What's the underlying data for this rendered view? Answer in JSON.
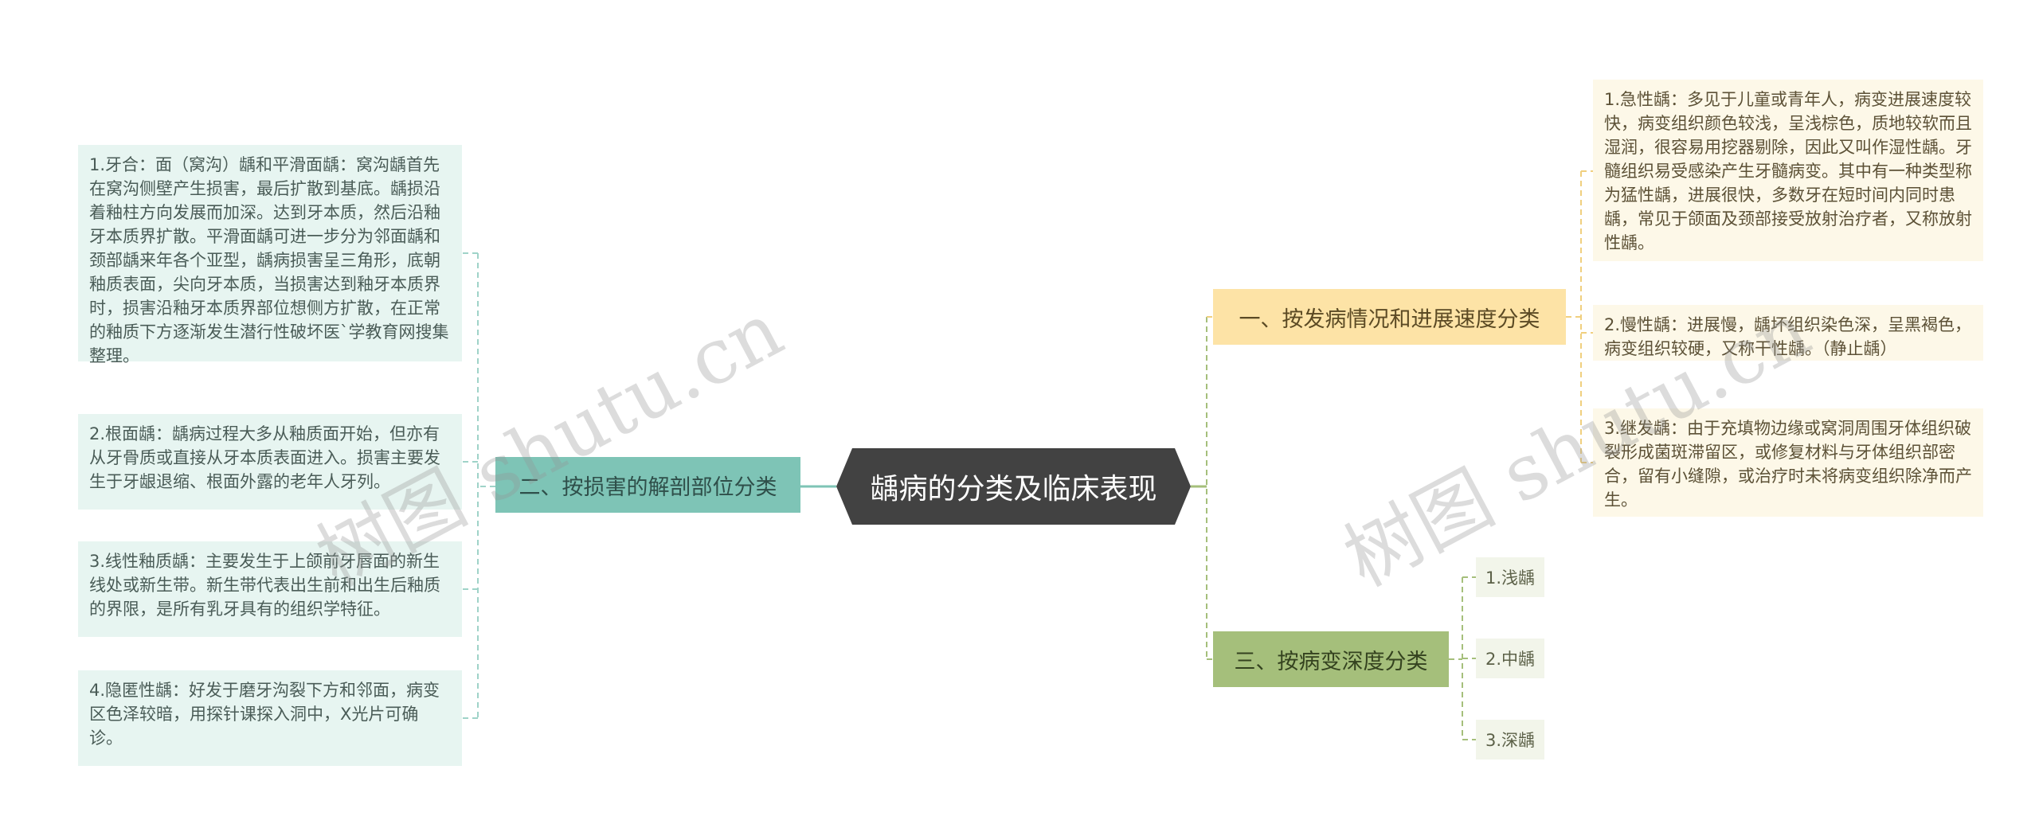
{
  "root": {
    "label": "龋病的分类及临床表现"
  },
  "left_branch": {
    "label": "二、按损害的解剖部位分类",
    "items": [
      "1.牙合：面（窝沟）龋和平滑面龋：窝沟龋首先在窝沟侧壁产生损害，最后扩散到基底。龋损沿着釉柱方向发展而加深。达到牙本质，然后沿釉牙本质界扩散。平滑面龋可进一步分为邻面龋和颈部龋来年各个亚型，龋病损害呈三角形，底朝釉质表面，尖向牙本质，当损害达到釉牙本质界时，损害沿釉牙本质界部位想侧方扩散，在正常的釉质下方逐渐发生潜行性破坏医`学教育网搜集整理。",
      "2.根面龋：龋病过程大多从釉质面开始，但亦有从牙骨质或直接从牙本质表面进入。损害主要发生于牙龈退缩、根面外露的老年人牙列。",
      "3.线性釉质龋：主要发生于上颌前牙唇面的新生线处或新生带。新生带代表出生前和出生后釉质的界限，是所有乳牙具有的组织学特征。",
      "4.隐匿性龋：好发于磨牙沟裂下方和邻面，病变区色泽较暗，用探针课探入洞中，X光片可确诊。"
    ]
  },
  "right_branch_1": {
    "label": "一、按发病情况和进展速度分类",
    "items": [
      "1.急性龋：多见于儿童或青年人，病变进展速度较快，病变组织颜色较浅，呈浅棕色，质地较软而且湿润，很容易用挖器剔除，因此又叫作湿性龋。牙髓组织易受感染产生牙髓病变。其中有一种类型称为猛性龋，进展很快，多数牙在短时间内同时患龋，常见于颌面及颈部接受放射治疗者，又称放射性龋。",
      "2.慢性龋：进展慢，龋坏组织染色深，呈黑褐色，病变组织较硬，又称干性龋。（静止龋）",
      "3.继发龋：由于充填物边缘或窝洞周围牙体组织破裂形成菌斑滞留区，或修复材料与牙体组织部密合，留有小缝隙，或治疗时未将病变组织除净而产生。"
    ]
  },
  "right_branch_2": {
    "label": "三、按病变深度分类",
    "items": [
      "1.浅龋",
      "2.中龋",
      "3.深龋"
    ]
  },
  "watermark": {
    "text": "树图 shutu.cn"
  },
  "colors": {
    "root_bg": "#424242",
    "left_branch_bg": "#7ec4b6",
    "right_branch_1_bg": "#fde3a6",
    "right_branch_2_bg": "#a5bf7b",
    "left_leaf_bg": "#e7f5f1",
    "right_leaf_bg": "#fdf8e8"
  }
}
